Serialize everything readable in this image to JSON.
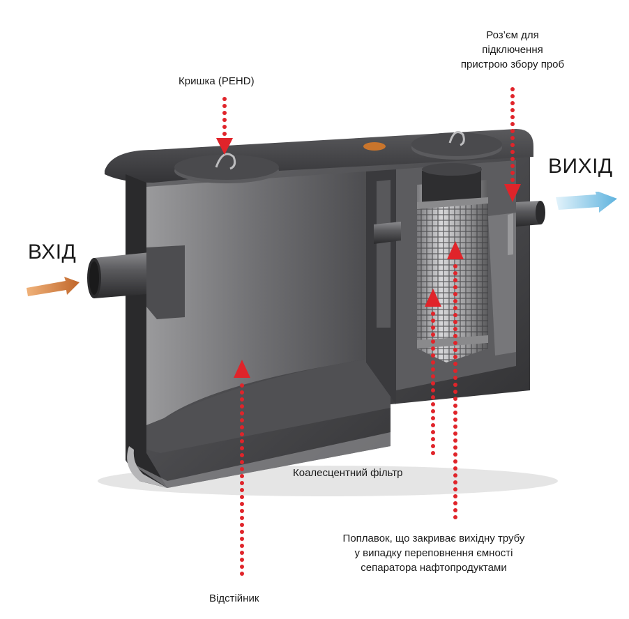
{
  "labels": {
    "inlet": "ВХІД",
    "outlet": "ВИХІД",
    "cover": "Кришка (PEHD)",
    "sampling_connector": [
      "Роз’єм для",
      "підключення",
      "пристрою збору проб"
    ],
    "coalescent_filter": "Коалесцентний фільтр",
    "float": [
      "Поплавок, що закриває вихідну трубу",
      "у випадку переповнення ємності",
      "сепаратора нафтопродуктами"
    ],
    "settling_tank": "Відстійник"
  },
  "colors": {
    "pointer": "#e0242a",
    "inlet_arrow": "#d07a3a",
    "outlet_arrow": "#7cc4e6",
    "tank_body": "#3e3e40",
    "tank_inner": "#6e6e70"
  },
  "icons": [
    "inlet-arrow-icon",
    "outlet-arrow-icon",
    "separator-tank-illustration"
  ]
}
